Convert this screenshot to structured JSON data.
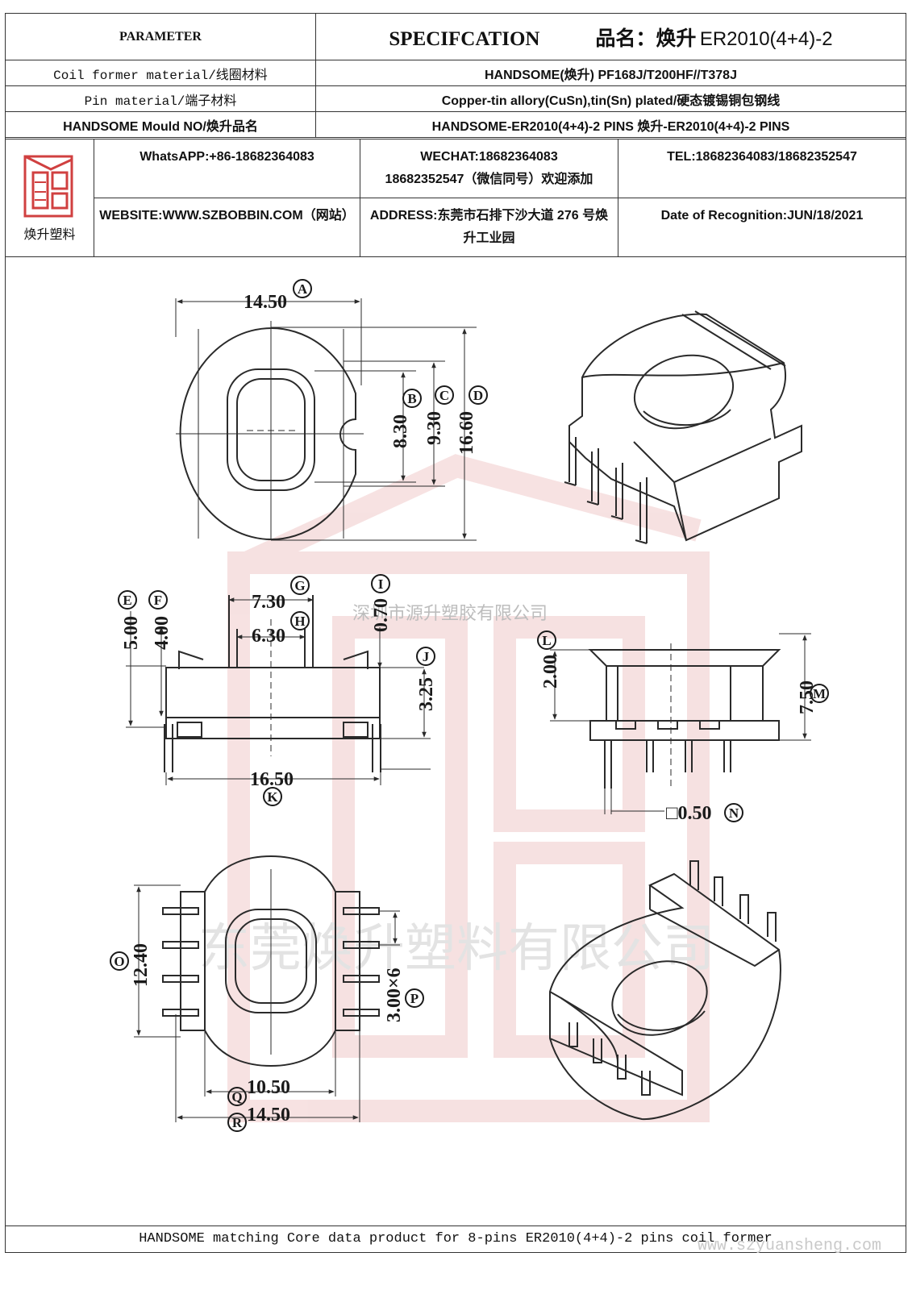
{
  "header": {
    "parameter": "PARAMETER",
    "specification": "SPECIFCATION",
    "product_label": "品名：焕升",
    "product_name": "ER2010(4+4)-2"
  },
  "rows": [
    {
      "label": "Coil former material/线圈材料",
      "value": "HANDSOME(焕升)    PF168J/T200HF//T378J"
    },
    {
      "label": "Pin material/端子材料",
      "value": "Copper-tin allory(CuSn),tin(Sn) plated/硬态镀锡铜包钢线"
    },
    {
      "label": "HANDSOME Mould NO/焕升品名",
      "value": "HANDSOME-ER2010(4+4)-2 PINS    焕升-ER2010(4+4)-2 PINS"
    }
  ],
  "contact": {
    "company_short": "焕升塑料",
    "whatsapp": "WhatsAPP:+86-18682364083",
    "wechat": "WECHAT:18682364083",
    "wechat2": "18682352547（微信同号）欢迎添加",
    "tel": "TEL:18682364083/18682352547",
    "website": "WEBSITE:WWW.SZBOBBIN.COM（网站）",
    "address": "ADDRESS:东莞市石排下沙大道 276 号焕升工业园",
    "date": "Date of Recognition:JUN/18/2021"
  },
  "watermarks": {
    "shenzhen": "深圳市源升塑胶有限公司",
    "dongguan": "东莞焕升塑料有限公司",
    "site": "www.szyuansheng.com"
  },
  "dimensions": {
    "A": {
      "value": "14.50",
      "tag": "A"
    },
    "B": {
      "value": "8.30",
      "tag": "B"
    },
    "C": {
      "value": "9.30",
      "tag": "C"
    },
    "D": {
      "value": "16.60",
      "tag": "D"
    },
    "E": {
      "value": "5.00",
      "tag": "E"
    },
    "F": {
      "value": "4.00",
      "tag": "F"
    },
    "G": {
      "value": "7.30",
      "tag": "G"
    },
    "H": {
      "value": "6.30",
      "tag": "H"
    },
    "I": {
      "value": "0.70",
      "tag": "I"
    },
    "J": {
      "value": "3.25",
      "tag": "J"
    },
    "K": {
      "value": "16.50",
      "tag": "K"
    },
    "L": {
      "value": "2.00",
      "tag": "L"
    },
    "M": {
      "value": "7.50",
      "tag": "M"
    },
    "N": {
      "value": "□0.50",
      "tag": "N"
    },
    "O": {
      "value": "12.40",
      "tag": "O"
    },
    "P": {
      "value": "3.00×6",
      "tag": "P"
    },
    "Q": {
      "value": "10.50",
      "tag": "Q"
    },
    "R": {
      "value": "14.50",
      "tag": "R"
    }
  },
  "footer": "HANDSOME matching Core data  product for 8-pins ER2010(4+4)-2 pins coil former",
  "colors": {
    "line": "#2a2a2a",
    "watermark_red": "#e8b8b8",
    "logo_red": "#d04040"
  }
}
